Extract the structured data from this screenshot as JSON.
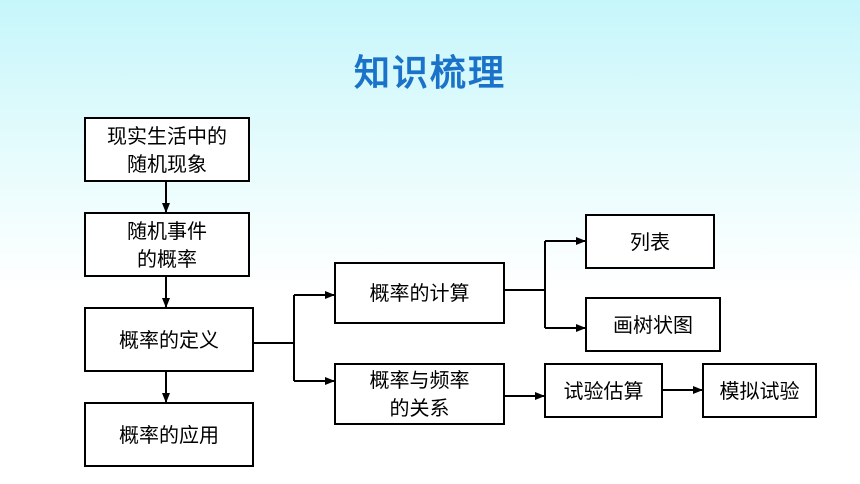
{
  "title": "知识梳理",
  "nodes": {
    "real_phenomena": "现实生活中的\n随机现象",
    "random_event_probability": "随机事件\n的概率",
    "probability_definition": "概率的定义",
    "probability_application": "概率的应用",
    "probability_calculation": "概率的计算",
    "probability_frequency_relation": "概率与频率\n的关系",
    "listing": "列表",
    "tree_diagram": "画树状图",
    "experiment_estimate": "试验估算",
    "simulated_experiment": "模拟试验"
  }
}
